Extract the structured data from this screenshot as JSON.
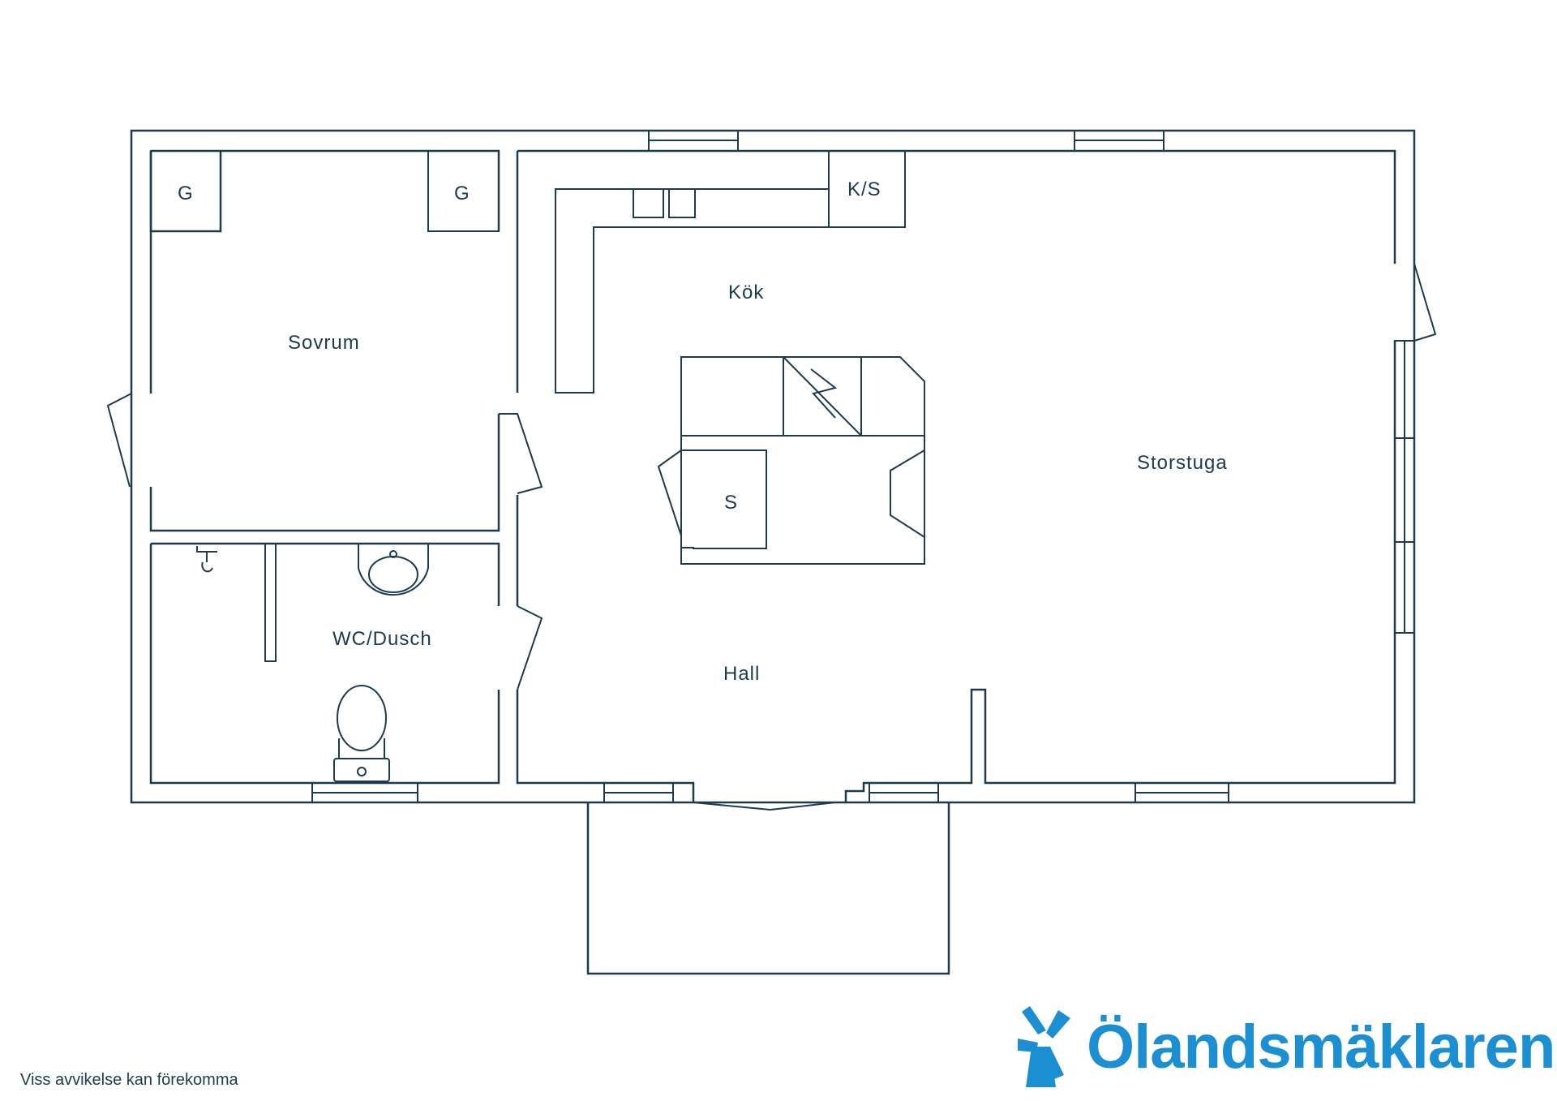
{
  "rooms": {
    "bedroom": "Sovrum",
    "kitchen": "Kök",
    "living_room": "Storstuga",
    "bathroom": "WC/Dusch",
    "hall": "Hall"
  },
  "fixtures": {
    "wardrobe_left": "G",
    "wardrobe_right": "G",
    "fridge_freezer": "K/S",
    "fireplace": "S"
  },
  "footer": {
    "disclaimer": "Viss avvikelse kan förekomma",
    "brand_name": "Ölandsmäklaren"
  },
  "colors": {
    "line": "#1d3b4d",
    "brand": "#1b8fd1",
    "background": "#ffffff"
  },
  "icons": [
    "windmill-logo-icon",
    "toilet-icon",
    "sink-icon",
    "shower-icon",
    "stove-icon"
  ]
}
